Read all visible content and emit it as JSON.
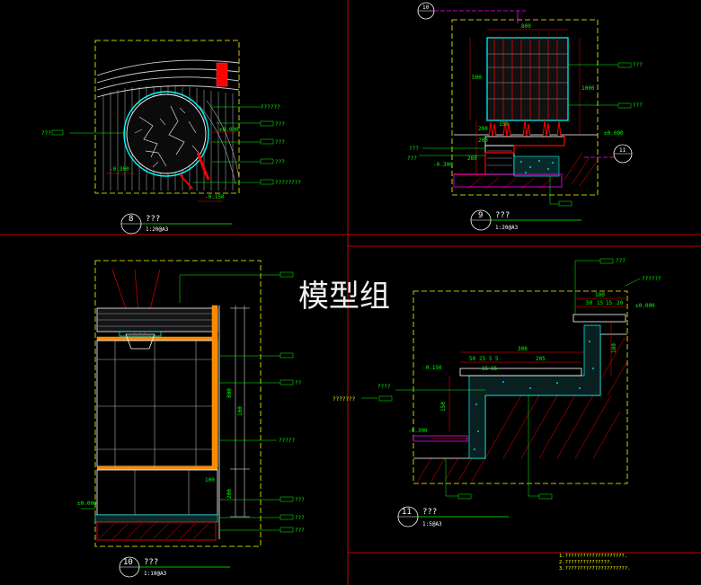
{
  "watermark": "模型组",
  "views": [
    {
      "num": "8",
      "title": "???",
      "scale": "1:20@A3"
    },
    {
      "num": "9",
      "title": "???",
      "scale": "1:20@A3"
    },
    {
      "num": "10",
      "title": "???",
      "scale": "1:10@A3"
    },
    {
      "num": "11",
      "title": "???",
      "scale": "1:5@A3"
    }
  ],
  "view8": {
    "labels": [
      "??????",
      "???",
      "???",
      "???",
      "????????",
      "???"
    ],
    "levels": [
      "±0.000",
      "-0.300",
      "-0.150"
    ]
  },
  "view9": {
    "top_ref": "10",
    "side_ref": "11",
    "dims": [
      "800",
      "500",
      "1000",
      "200",
      "200",
      "280",
      "150"
    ],
    "labels": [
      "???",
      "???",
      "???",
      "???"
    ],
    "levels": [
      "±0.000",
      "-0.300"
    ]
  },
  "view10": {
    "dims": [
      "800",
      "100",
      "100",
      "200"
    ],
    "labels": [
      "??",
      "?????",
      "???",
      "???",
      "???"
    ],
    "levels": [
      "±0.000"
    ]
  },
  "view11": {
    "dims": [
      "100",
      "50",
      "15",
      "15",
      "20",
      "300",
      "50",
      "25",
      "5",
      "5",
      "205",
      "180",
      "150",
      "15",
      "15"
    ],
    "labels": [
      "???",
      "??????",
      "????",
      "???????"
    ],
    "levels": [
      "±0.000",
      "-0.150",
      "-0.300"
    ]
  },
  "notes": [
    "1.????????????????????.",
    "2.???????????????.",
    "3.?????????????????????."
  ],
  "colors": {
    "bg": "#000000",
    "frame": "#ffff00",
    "dim": "#ff0000",
    "text": "#00ff00",
    "line": "#ffffff",
    "cyan": "#00ffff",
    "magenta": "#ff00ff"
  }
}
